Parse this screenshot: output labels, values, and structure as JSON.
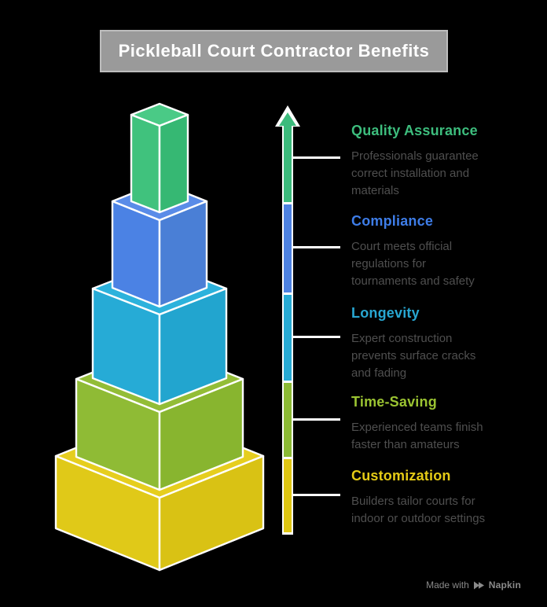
{
  "title": "Pickleball Court Contractor Benefits",
  "title_box": {
    "background": "#9a9a9a",
    "border": "#bdbdbd",
    "text_color": "#ffffff"
  },
  "sections": [
    {
      "title": "Quality Assurance",
      "description_lines": [
        "Professionals guarantee",
        "correct installation and",
        "materials"
      ],
      "title_color": "#3dbd7d",
      "bar_color": "#3cbb7c",
      "box_colors": {
        "top": "#4aca86",
        "left": "#40c27d",
        "right": "#36b873"
      }
    },
    {
      "title": "Compliance",
      "description_lines": [
        "Court meets official",
        "regulations for",
        "tournaments and safety"
      ],
      "title_color": "#3e7de8",
      "bar_color": "#4d82e2",
      "box_colors": {
        "top": "#5a8ce8",
        "left": "#4b82e4",
        "right": "#4a7fd6"
      }
    },
    {
      "title": "Longevity",
      "description_lines": [
        "Expert construction",
        "prevents surface cracks",
        "and fading"
      ],
      "title_color": "#28a7d2",
      "bar_color": "#27aad4",
      "box_colors": {
        "top": "#2cb2dc",
        "left": "#26abd6",
        "right": "#22a5cf"
      }
    },
    {
      "title": "Time-Saving",
      "description_lines": [
        "Experienced teams finish",
        "faster than amateurs"
      ],
      "title_color": "#9bc432",
      "bar_color": "#8cba35",
      "box_colors": {
        "top": "#93bd37",
        "left": "#8fbb35",
        "right": "#88b52f"
      }
    },
    {
      "title": "Customization",
      "description_lines": [
        "Builders tailor courts for",
        "indoor or outdoor settings"
      ],
      "title_color": "#e5cb16",
      "bar_color": "#e0c713",
      "box_colors": {
        "top": "#e6ce1e",
        "left": "#e0c918",
        "right": "#d9c214"
      }
    }
  ],
  "colors": {
    "background": "#000000",
    "description_text": "#4f4f4f",
    "footer_text": "#8a8a8a",
    "arrow_outline": "#ffffff",
    "tick": "#ffffff",
    "box_outline": "#ffffff"
  },
  "footer": {
    "made_with": "Made with",
    "brand": "Napkin",
    "logo_icon": "napkin-double-triangle-icon"
  }
}
